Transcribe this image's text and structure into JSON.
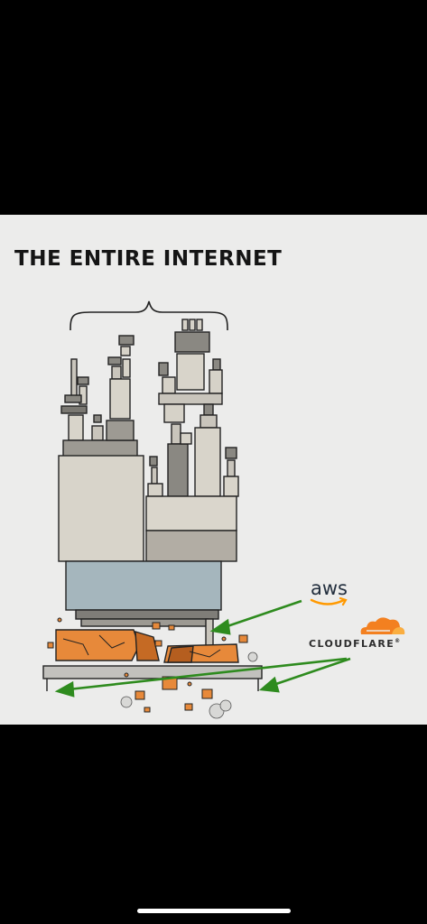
{
  "title": "THE ENTIRE INTERNET",
  "aws": {
    "label": "aws",
    "smile_icon": "amazon-smile-icon",
    "color": "#232f3e",
    "smile_color": "#ff9900"
  },
  "cloudflare": {
    "label": "CLOUDFLARE",
    "registered_mark": "®",
    "logo_icon": "cloud-icon",
    "color": "#f38020"
  },
  "arrow_color": "#2e8b1e"
}
